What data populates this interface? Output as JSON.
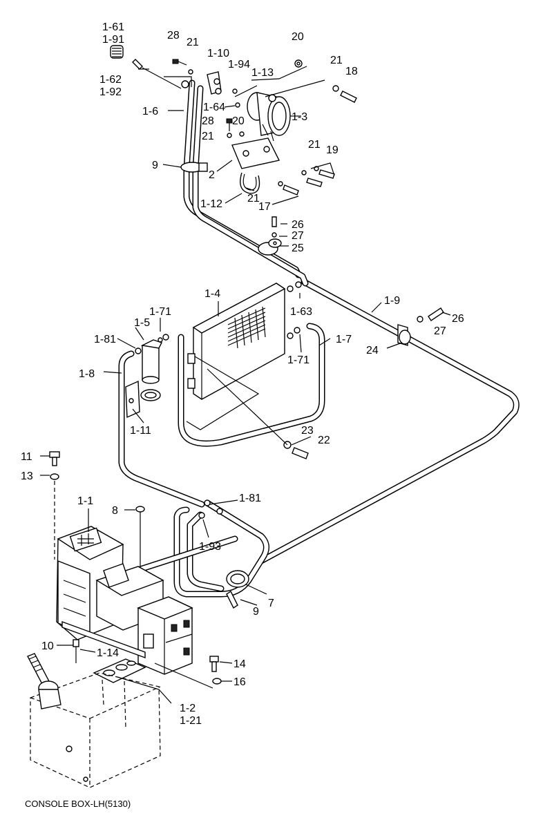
{
  "caption": "CONSOLE BOX-LH(5130)",
  "callouts": [
    "1-61",
    "1-91",
    "1-62",
    "1-92",
    "28",
    "21",
    "1-10",
    "1-94",
    "1-13",
    "20",
    "21",
    "18",
    "1-6",
    "1-64",
    "1-3",
    "28",
    "20",
    "21",
    "21",
    "19",
    "9",
    "2",
    "1-12",
    "21",
    "17",
    "26",
    "27",
    "25",
    "1-4",
    "1-63",
    "1-9",
    "1-71",
    "26",
    "1-5",
    "27",
    "1-81",
    "1-7",
    "24",
    "1-71",
    "1-8",
    "1-11",
    "23",
    "22",
    "11",
    "13",
    "1-81",
    "1-1",
    "8",
    "1-93",
    "7",
    "9",
    "10",
    "1-14",
    "14",
    "16",
    "1-2",
    "1-21"
  ]
}
